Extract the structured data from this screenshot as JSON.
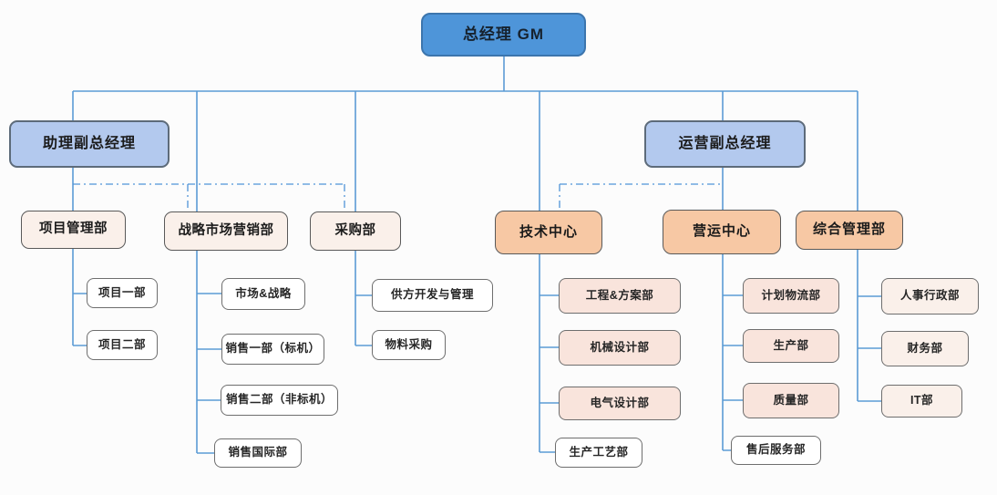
{
  "chart": {
    "type": "org-chart",
    "root": {
      "label": "总经理 GM"
    },
    "deputies": [
      {
        "label": "助理副总经理"
      },
      {
        "label": "运营副总经理"
      }
    ],
    "departments": [
      {
        "label": "项目管理部",
        "children": [
          {
            "label": "项目一部"
          },
          {
            "label": "项目二部"
          }
        ]
      },
      {
        "label": "战略市场营销部",
        "children": [
          {
            "label": "市场&战略"
          },
          {
            "label": "销售一部（标机）"
          },
          {
            "label": "销售二部（非标机）"
          },
          {
            "label": "销售国际部"
          }
        ]
      },
      {
        "label": "采购部",
        "children": [
          {
            "label": "供方开发与管理"
          },
          {
            "label": "物料采购"
          }
        ]
      },
      {
        "label": "技术中心",
        "children": [
          {
            "label": "工程&方案部"
          },
          {
            "label": "机械设计部"
          },
          {
            "label": "电气设计部"
          },
          {
            "label": "生产工艺部"
          }
        ]
      },
      {
        "label": "营运中心",
        "children": [
          {
            "label": "计划物流部"
          },
          {
            "label": "生产部"
          },
          {
            "label": "质量部"
          },
          {
            "label": "售后服务部"
          }
        ]
      },
      {
        "label": "综合管理部",
        "children": [
          {
            "label": "人事行政部"
          },
          {
            "label": "财务部"
          },
          {
            "label": "IT部"
          }
        ]
      }
    ],
    "colors": {
      "root_fill": "#4e95d9",
      "deputy_fill": "#b3c9ee",
      "dept_fill": "#faf0ea",
      "center_fill": "#f7c8a4",
      "leaf_tinted_fill": "#f9e4dc",
      "leaf_plain_fill": "#ffffff",
      "connector_blue": "#5b9bd5"
    }
  }
}
